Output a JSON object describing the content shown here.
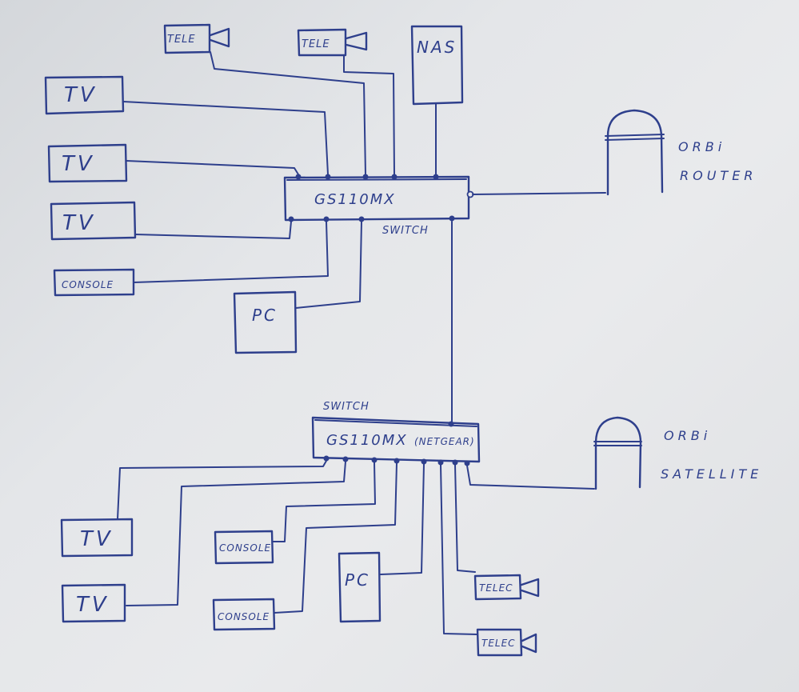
{
  "switch_top": {
    "model": "GS110MX",
    "caption": "SWITCH"
  },
  "switch_bottom": {
    "caption": "SWITCH",
    "model": "GS110MX",
    "brand": "(NETGEAR)"
  },
  "router": {
    "line1": "ORBi",
    "line2": "ROUTER"
  },
  "satellite": {
    "line1": "ORBi",
    "line2": "SATELLITE"
  },
  "top_devices": {
    "tele1": "TELE",
    "tele2": "TELE",
    "nas": "NAS",
    "tv1": "TV",
    "tv2": "TV",
    "tv3": "TV",
    "console": "CONSOLE",
    "pc": "PC"
  },
  "bottom_devices": {
    "tv1": "TV",
    "tv2": "TV",
    "console1": "CONSOLE",
    "console2": "CONSOLE",
    "pc": "PC",
    "tele1": "TELEC",
    "tele2": "TELEC"
  }
}
